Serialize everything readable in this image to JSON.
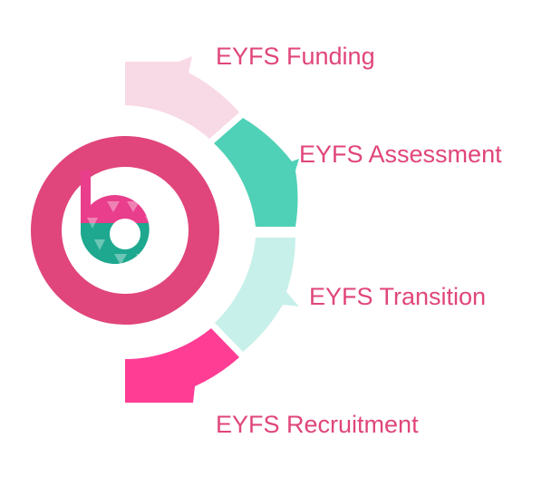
{
  "colors": {
    "label_text": "#e0457b",
    "funding": "#f8d9e6",
    "assessment": "#4fd1b7",
    "transition": "#c8f0ea",
    "recruitment": "#ff3d95",
    "logo_ring": "#e0457b",
    "logo_pink": "#e83e8c",
    "logo_teal": "#1ea88f"
  },
  "icons": {
    "logo": "b-logo"
  },
  "stages": [
    {
      "label": "EYFS Funding"
    },
    {
      "label": "EYFS Assessment"
    },
    {
      "label": "EYFS Transition"
    },
    {
      "label": "EYFS Recruitment"
    }
  ]
}
